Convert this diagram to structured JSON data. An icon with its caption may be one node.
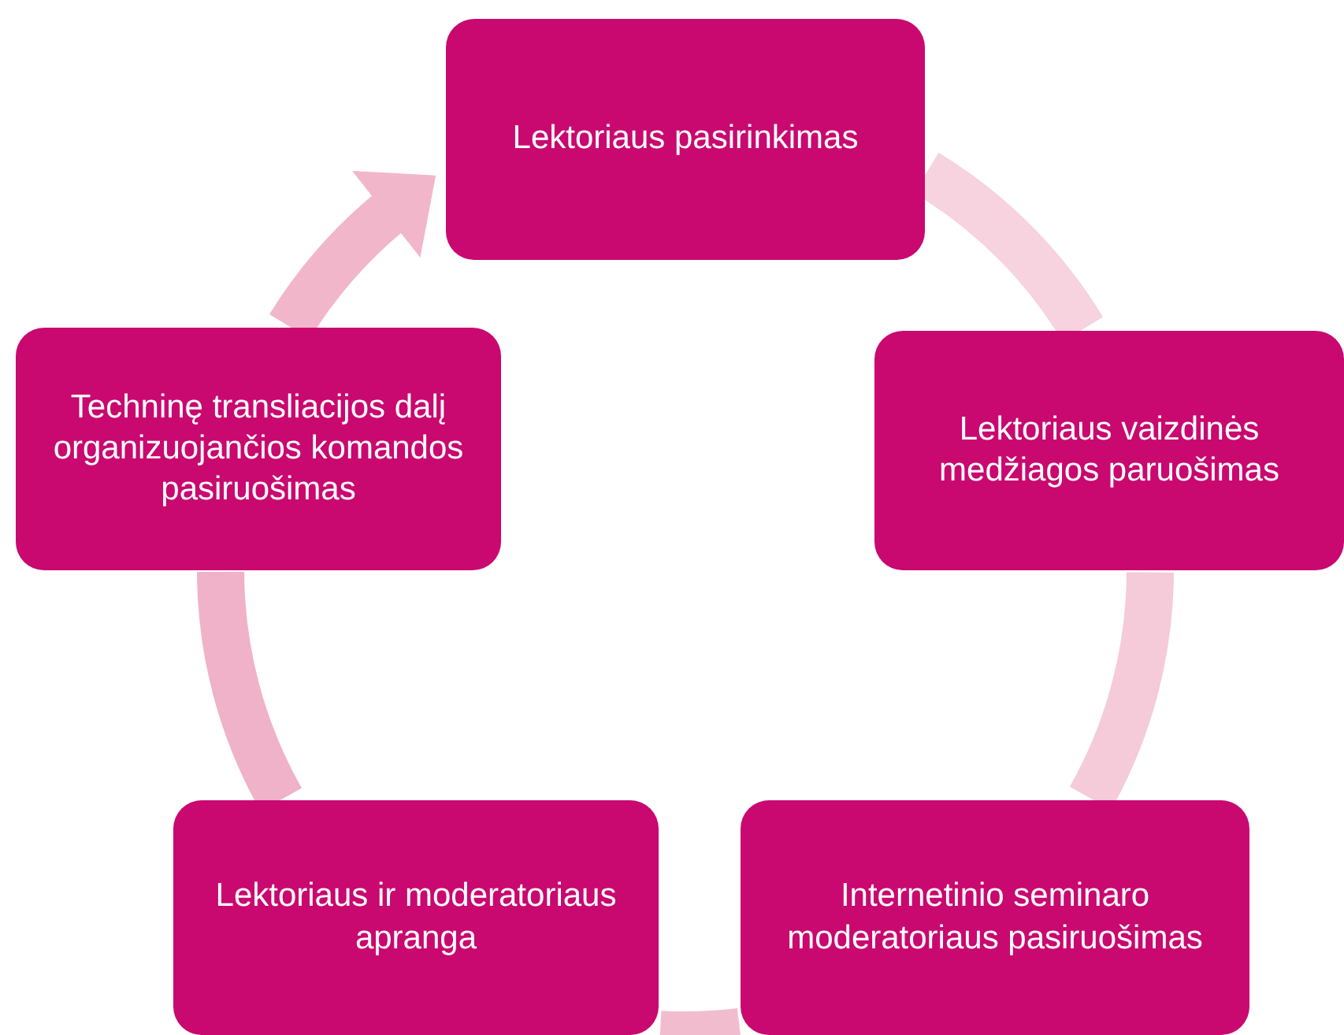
{
  "diagram": {
    "nodes": [
      {
        "text": [
          "Lektoriaus pasirinkimas"
        ]
      },
      {
        "text": [
          "Lektoriaus vaizdinės medžiagos paruošimas"
        ]
      },
      {
        "text": [
          "Internetinio seminaro moderatoriaus pasiruošimas"
        ]
      },
      {
        "text": [
          "Lektoriaus ir moderatoriaus apranga"
        ]
      },
      {
        "text": [
          "Techninę transliacijos dalį organizuojančios komandos pasiruošimas"
        ]
      }
    ],
    "edges": [
      {
        "from": 0,
        "to": 1,
        "arrow": "none"
      },
      {
        "from": 1,
        "to": 2,
        "arrow": "none"
      },
      {
        "from": 2,
        "to": 3,
        "arrow": "none"
      },
      {
        "from": 3,
        "to": 4,
        "arrow": "none"
      },
      {
        "from": 4,
        "to": 0,
        "arrow": "to"
      }
    ]
  }
}
